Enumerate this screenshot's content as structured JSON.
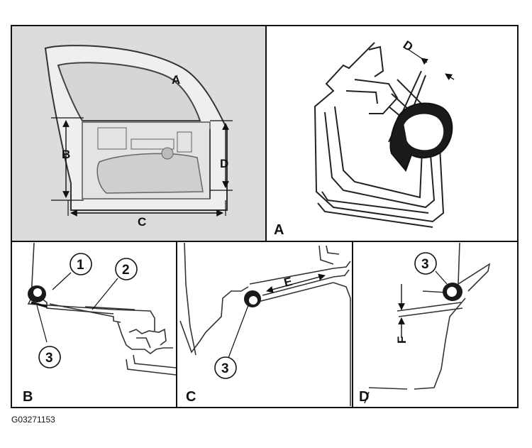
{
  "figure_code": "G03271153",
  "panels": {
    "overview": {
      "letter": "",
      "dimensions": {
        "top": "A",
        "left": "B",
        "bottom": "C",
        "right": "D"
      }
    },
    "a": {
      "letter": "A",
      "dimension": "D"
    },
    "b": {
      "letter": "B",
      "callouts": [
        "1",
        "2",
        "3"
      ]
    },
    "c": {
      "letter": "C",
      "dimension": "E",
      "callouts": [
        "3"
      ]
    },
    "d": {
      "letter": "D",
      "dimension": "F",
      "callouts": [
        "3"
      ]
    }
  }
}
